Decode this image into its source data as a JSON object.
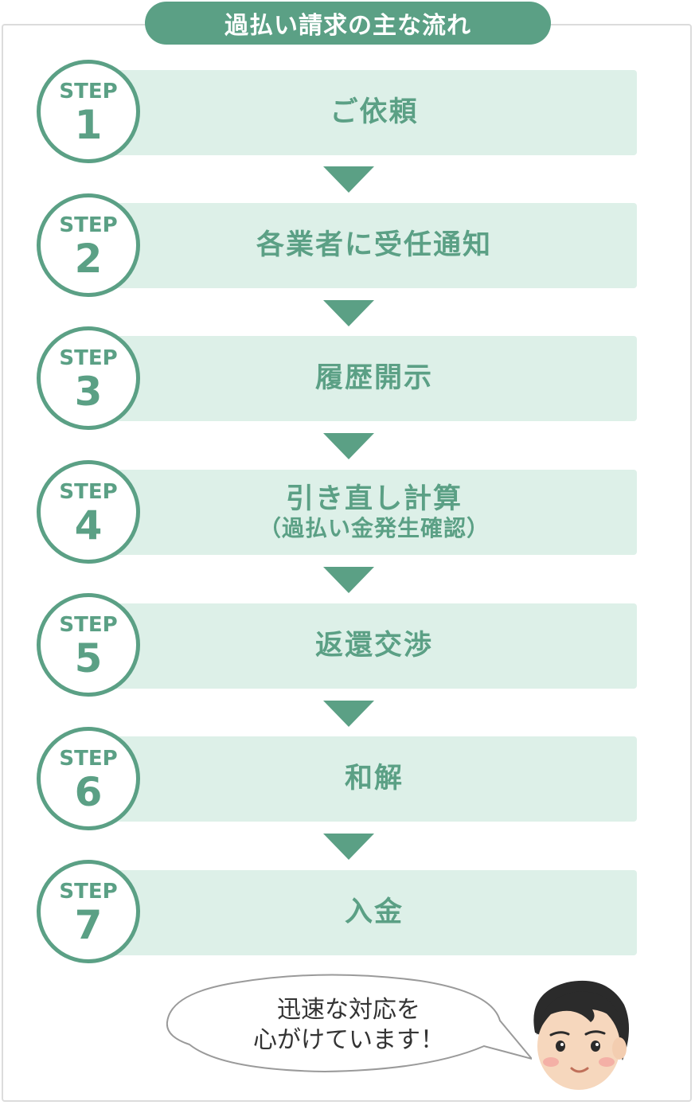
{
  "header": {
    "title": "過払い請求の主な流れ"
  },
  "badge_prefix": "STEP",
  "steps": [
    {
      "num": "1",
      "label": "ご依頼",
      "sub": ""
    },
    {
      "num": "2",
      "label": "各業者に受任通知",
      "sub": ""
    },
    {
      "num": "3",
      "label": "履歴開示",
      "sub": ""
    },
    {
      "num": "4",
      "label": "引き直し計算",
      "sub": "（過払い金発生確認）"
    },
    {
      "num": "5",
      "label": "返還交渉",
      "sub": ""
    },
    {
      "num": "6",
      "label": "和解",
      "sub": ""
    },
    {
      "num": "7",
      "label": "入金",
      "sub": ""
    }
  ],
  "bubble": {
    "line1": "迅速な対応を",
    "line2": "心がけています！"
  },
  "colors": {
    "accent": "#5ba085",
    "bar": "#ddf0e8"
  },
  "icons": {
    "arrow": "down-triangle-icon",
    "avatar": "staff-avatar-icon"
  }
}
